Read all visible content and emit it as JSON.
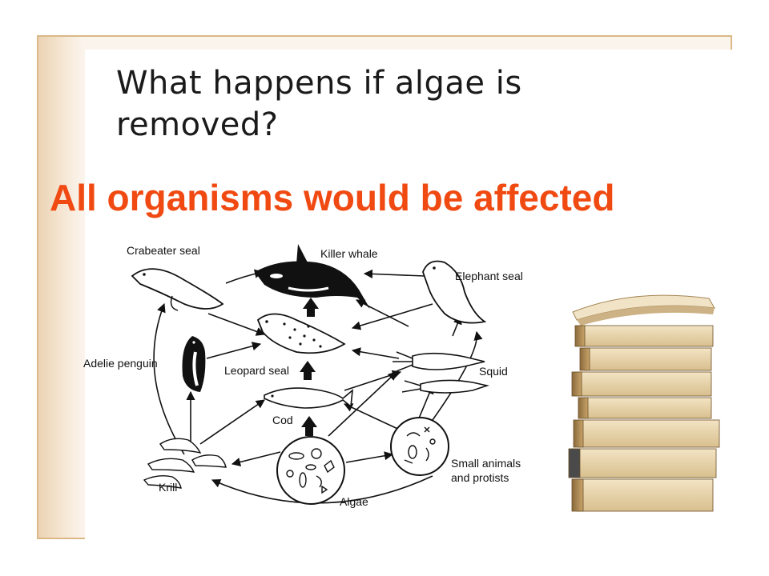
{
  "slide": {
    "title": "What happens if algae is removed?",
    "answer": "All organisms would be affected"
  },
  "diagram": {
    "nodes": {
      "crabeater_seal": "Crabeater seal",
      "killer_whale": "Killer whale",
      "elephant_seal": "Elephant seal",
      "adelie_penguin": "Adelie penguin",
      "leopard_seal": "Leopard seal",
      "squid": "Squid",
      "cod": "Cod",
      "krill": "Krill",
      "algae": "Algae",
      "small_animals_line1": "Small animals",
      "small_animals_line2": "and protists"
    }
  },
  "colors": {
    "frame_border": "#dbb886",
    "answer_text": "#f04a12",
    "title_text": "#1a1a1a"
  },
  "icons": [
    "food-web-diagram",
    "stack-of-books-image"
  ]
}
